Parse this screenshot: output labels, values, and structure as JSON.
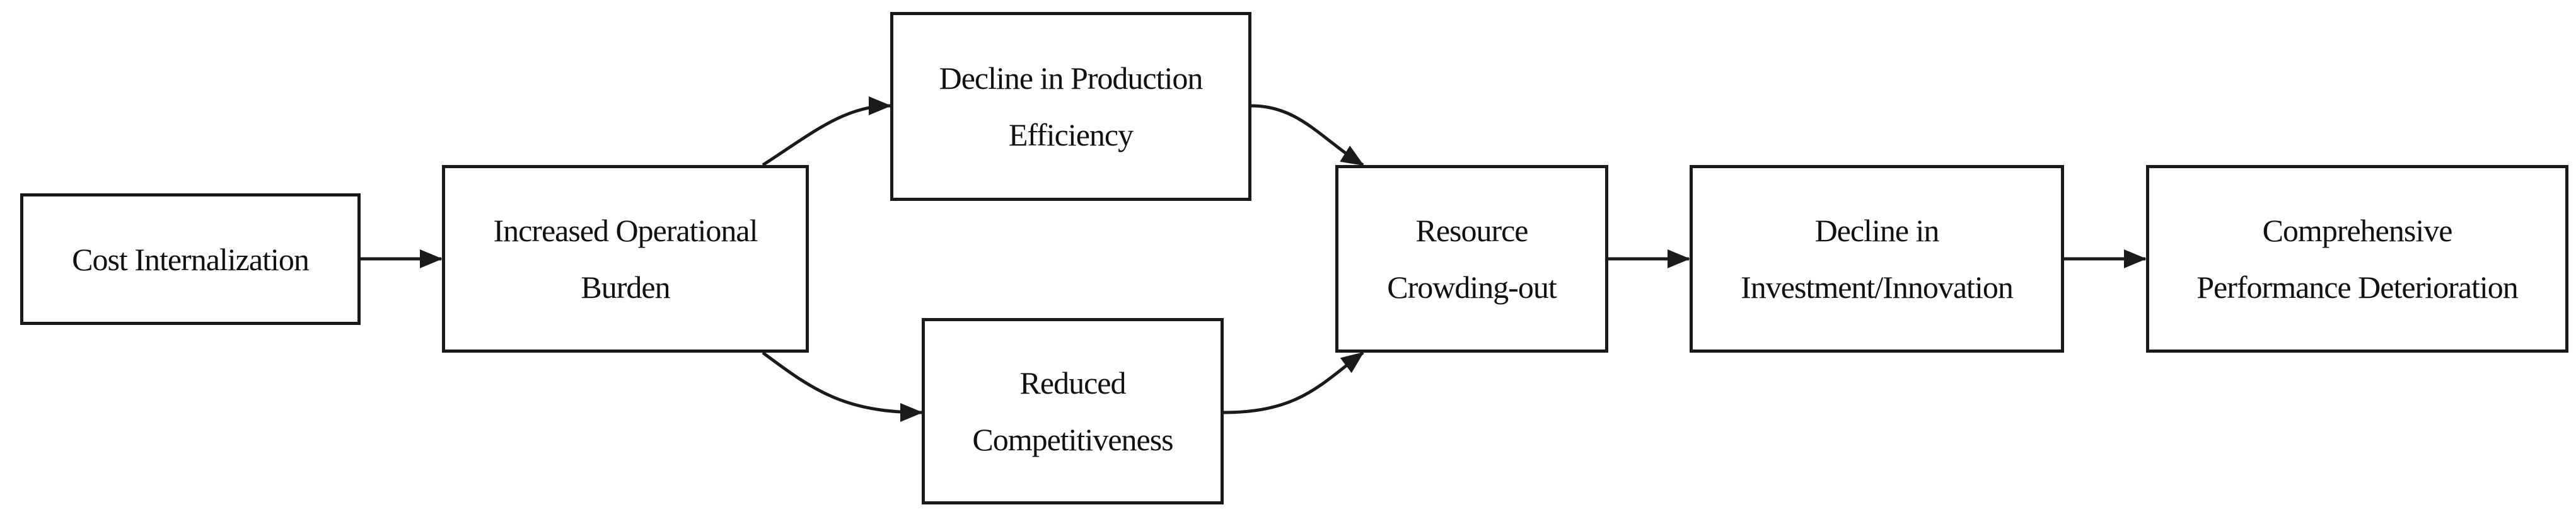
{
  "diagram": {
    "nodes": [
      {
        "id": "cost",
        "label": "Cost Internalization"
      },
      {
        "id": "burden",
        "label": "Increased Operational\nBurden"
      },
      {
        "id": "efficiency",
        "label": "Decline in Production\nEfficiency"
      },
      {
        "id": "competitive",
        "label": "Reduced\nCompetitiveness"
      },
      {
        "id": "crowding",
        "label": "Resource\nCrowding-out"
      },
      {
        "id": "investment",
        "label": "Decline in\nInvestment/Innovation"
      },
      {
        "id": "performance",
        "label": "Comprehensive\nPerformance Deterioration"
      }
    ],
    "edges": [
      {
        "from": "cost",
        "to": "burden"
      },
      {
        "from": "burden",
        "to": "efficiency"
      },
      {
        "from": "burden",
        "to": "competitive"
      },
      {
        "from": "efficiency",
        "to": "crowding"
      },
      {
        "from": "competitive",
        "to": "crowding"
      },
      {
        "from": "crowding",
        "to": "investment"
      },
      {
        "from": "investment",
        "to": "performance"
      }
    ],
    "colors": {
      "stroke": "#1a1a1a",
      "text": "#111111",
      "background": "#ffffff"
    }
  }
}
